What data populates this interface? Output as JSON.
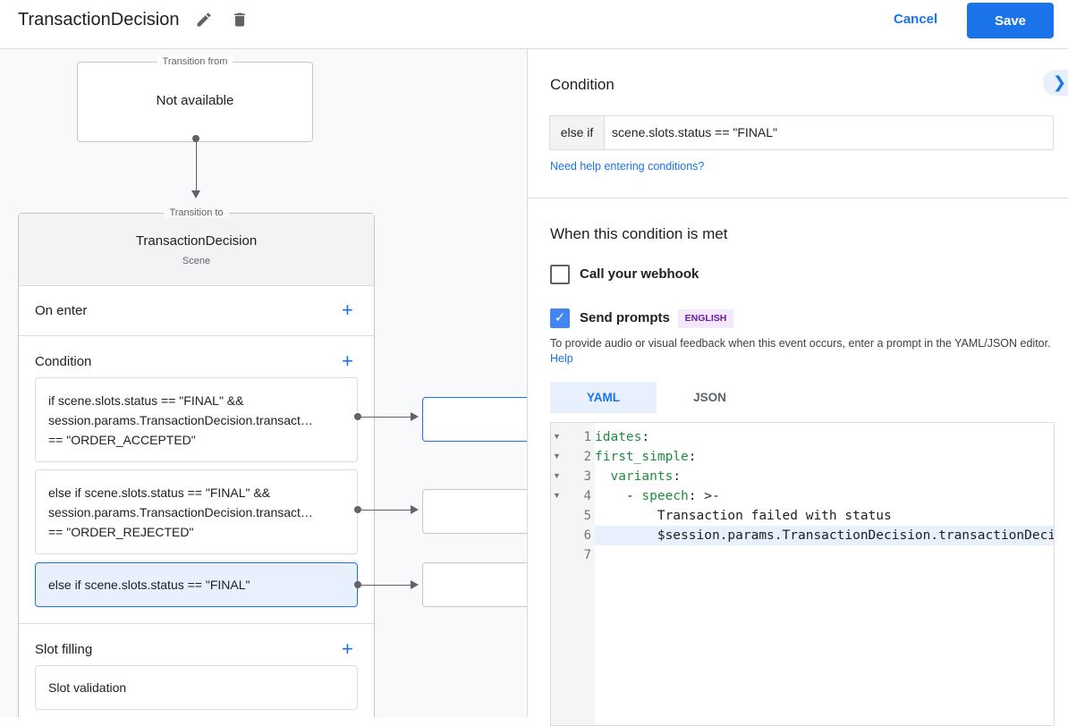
{
  "header": {
    "title": "TransactionDecision",
    "edit_icon": "pencil-icon",
    "delete_icon": "trash-icon",
    "cancel_label": "Cancel",
    "save_label": "Save"
  },
  "canvas": {
    "transition_from": {
      "legend": "Transition from",
      "value": "Not available"
    },
    "transition_to": {
      "legend": "Transition to",
      "scene_name": "TransactionDecision",
      "scene_type": "Scene"
    },
    "on_enter": {
      "label": "On enter"
    },
    "condition": {
      "label": "Condition",
      "items": [
        {
          "lines": [
            "if scene.slots.status == \"FINAL\" &&",
            "session.params.TransactionDecision.transact…",
            "== \"ORDER_ACCEPTED\""
          ]
        },
        {
          "lines": [
            "else if scene.slots.status == \"FINAL\" &&",
            "session.params.TransactionDecision.transact…",
            "== \"ORDER_REJECTED\""
          ]
        },
        {
          "lines": [
            "else if scene.slots.status == \"FINAL\""
          ],
          "selected": true
        }
      ]
    },
    "slot_filling": {
      "label": "Slot filling",
      "slot_validation": "Slot validation"
    }
  },
  "panel": {
    "condition_heading": "Condition",
    "condition_prefix": "else if",
    "condition_value": "scene.slots.status == \"FINAL\"",
    "help_link": "Need help entering conditions?",
    "when_met_heading": "When this condition is met",
    "call_webhook": {
      "label": "Call your webhook",
      "checked": false
    },
    "send_prompts": {
      "label": "Send prompts",
      "checked": true,
      "badge": "ENGLISH"
    },
    "prompt_help": "To provide audio or visual feedback when this event occurs, enter a prompt in the YAML/JSON editor.",
    "prompt_help_link": "Help",
    "tabs": [
      {
        "label": "YAML",
        "active": true
      },
      {
        "label": "JSON",
        "active": false
      }
    ],
    "editor": {
      "line_numbers": [
        "1",
        "2",
        "3",
        "4",
        "5",
        "6",
        "7"
      ],
      "highlighted_line": 6,
      "lines": [
        {
          "key": "idates",
          "rest": ":"
        },
        {
          "key": "first_simple",
          "rest": ":"
        },
        {
          "indent": "  ",
          "key": "variants",
          "rest": ":"
        },
        {
          "indent": "    - ",
          "key": "speech",
          "rest": ": >-"
        },
        {
          "indent": "        ",
          "text": "Transaction failed with status"
        },
        {
          "indent": "        ",
          "text": "$session.params.TransactionDecision.transactionDecision"
        },
        {
          "text": ""
        }
      ]
    }
  },
  "colors": {
    "accent": "#1a73e8",
    "selected_bg": "#e8f0fe",
    "badge_bg": "#f3e8fd",
    "badge_text": "#681da8",
    "yaml_key": "#1e8e3e"
  }
}
